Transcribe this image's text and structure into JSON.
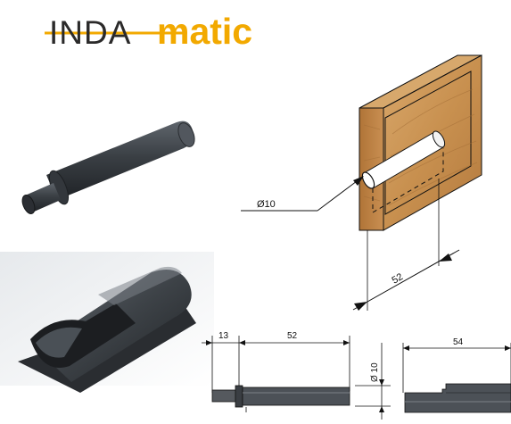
{
  "brand": {
    "logo_prefix": "INDA",
    "logo_suffix": "matic",
    "colors": {
      "prefix": "#2b2a2a",
      "suffix": "#f2a900",
      "line": "#f2a900"
    }
  },
  "diagram": {
    "drill_hole": {
      "label": "Ø10",
      "depth_label": "52"
    },
    "side_view": {
      "labels": {
        "collar": "13",
        "body": "52",
        "diameter": "Ø 10"
      }
    },
    "top_view": {
      "labels": {
        "length": "54"
      }
    }
  },
  "colors": {
    "plastic": "#3b3f44",
    "plastic_light": "#6a7077",
    "wood": "#c9955a",
    "wood_dark": "#a8743c",
    "line": "#111111"
  }
}
